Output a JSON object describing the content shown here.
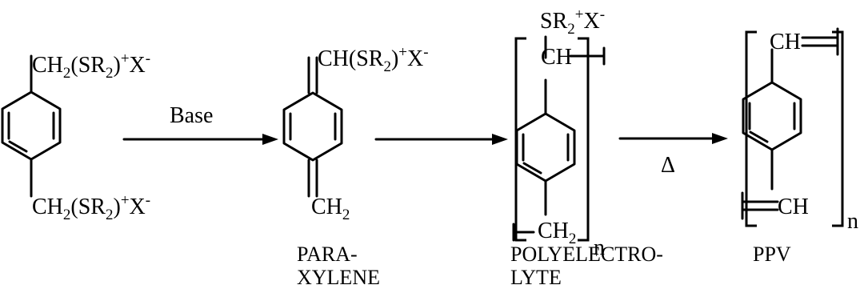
{
  "monomer": {
    "top_group": {
      "a": "CH",
      "b": "2",
      "c": "(SR",
      "d": "2",
      "e": ")",
      "f": "+",
      "g": "X",
      "h": "-"
    },
    "bottom_group": {
      "a": "CH",
      "b": "2",
      "c": "(SR",
      "d": "2",
      "e": ")",
      "f": "+",
      "g": "X",
      "h": "-"
    }
  },
  "step1": {
    "reagent": "Base"
  },
  "paraxylene": {
    "top_group": {
      "a": "CH(SR",
      "b": "2",
      "c": ")",
      "d": "+",
      "e": "X",
      "f": "-"
    },
    "bottom_group": {
      "a": "CH",
      "b": "2"
    },
    "caption_line1": "PARA-",
    "caption_line2": "XYLENE"
  },
  "polyelectrolyte": {
    "side_group": {
      "a": "SR",
      "b": "2",
      "c": "+",
      "d": "X",
      "e": "-"
    },
    "top_group": "CH",
    "bottom_group": {
      "a": "CH",
      "b": "2"
    },
    "repeat": "n",
    "caption_line1": "POLYELECTRO-",
    "caption_line2": "LYTE"
  },
  "step3": {
    "reagent": "Δ"
  },
  "ppv": {
    "top_group": "CH",
    "bottom_group": "CH",
    "repeat": "n",
    "caption": "PPV"
  }
}
